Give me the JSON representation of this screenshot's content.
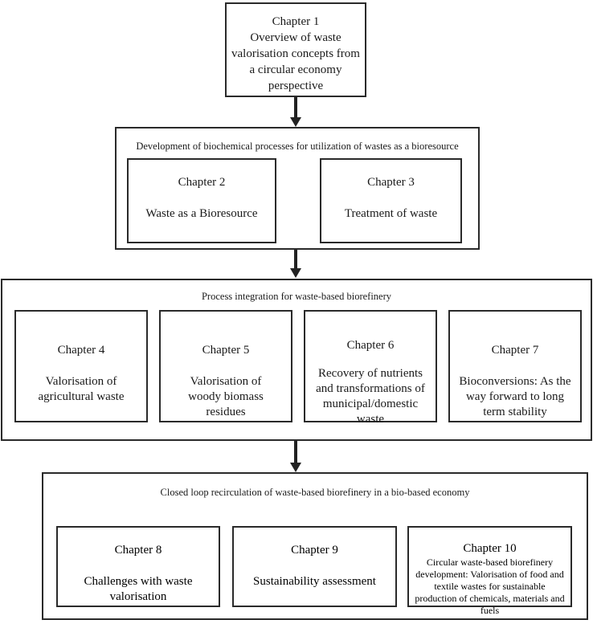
{
  "chapter1": {
    "label": "Chapter 1",
    "desc": "Overview of waste valorisation concepts from a circular economy perspective"
  },
  "group2": {
    "title": "Development of biochemical processes for utilization of wastes as a bioresource",
    "chapters": [
      {
        "label": "Chapter 2",
        "desc": "Waste as a Bioresource"
      },
      {
        "label": "Chapter 3",
        "desc": "Treatment of waste"
      }
    ]
  },
  "group3": {
    "title": "Process integration for waste-based biorefinery",
    "chapters": [
      {
        "label": "Chapter 4",
        "desc": "Valorisation of agricultural waste"
      },
      {
        "label": "Chapter 5",
        "desc": "Valorisation of woody biomass residues"
      },
      {
        "label": "Chapter 6",
        "desc": "Recovery of nutrients and transformations of municipal/domestic waste"
      },
      {
        "label": "Chapter 7",
        "desc": "Bioconversions: As the way forward to long term stability"
      }
    ]
  },
  "group4": {
    "title": "Closed loop recirculation of waste-based biorefinery in a bio-based economy",
    "chapters": [
      {
        "label": "Chapter 8",
        "desc": "Challenges with waste valorisation"
      },
      {
        "label": "Chapter 9",
        "desc": "Sustainability assessment"
      },
      {
        "label": "Chapter 10",
        "desc": "Circular waste-based biorefinery development: Valorisation of food and textile wastes for sustainable production of chemicals, materials and fuels"
      }
    ]
  }
}
